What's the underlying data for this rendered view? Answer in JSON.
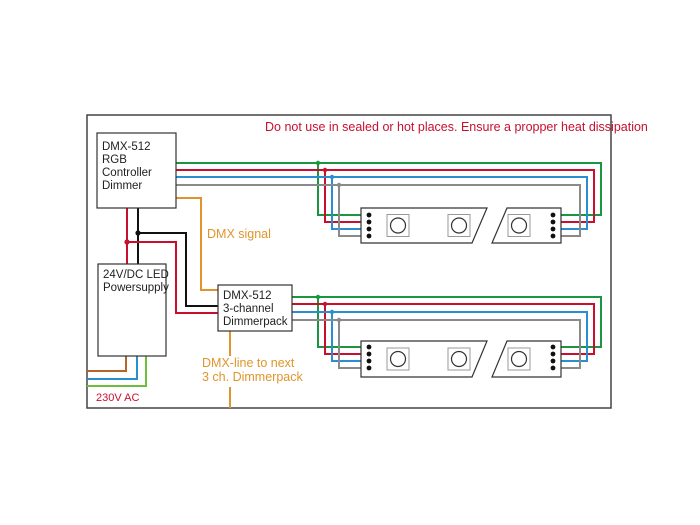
{
  "warning": "Do not use in sealed or hot places. Ensure a propper heat dissipation",
  "controller": {
    "lines": [
      "DMX-512",
      "RGB",
      "Controller",
      "Dimmer"
    ]
  },
  "powersupply": {
    "lines": [
      "24V/DC LED",
      "Powersupply"
    ]
  },
  "dimmerpack": {
    "lines": [
      "DMX-512",
      "3-channel",
      "Dimmerpack"
    ]
  },
  "labels": {
    "dmx_signal": "DMX signal",
    "dmx_line_1": "DMX-line to next",
    "dmx_line_2": "3 ch. Dimmerpack",
    "ac": "230V AC"
  },
  "colors": {
    "green": "#1a9641",
    "red": "#c8102e",
    "blue": "#2a8fd0",
    "gray": "#8a8a8a",
    "orange": "#e0952c",
    "black": "#111111",
    "brown": "#b5652a",
    "ac_green": "#6cbf3a"
  },
  "wire_channels": [
    "green",
    "red",
    "blue",
    "gray"
  ],
  "led_strips": [
    {
      "name": "upper-strip",
      "leds_left_segment": 2,
      "leds_right_segment": 1
    },
    {
      "name": "lower-strip",
      "leds_left_segment": 2,
      "leds_right_segment": 1
    }
  ]
}
